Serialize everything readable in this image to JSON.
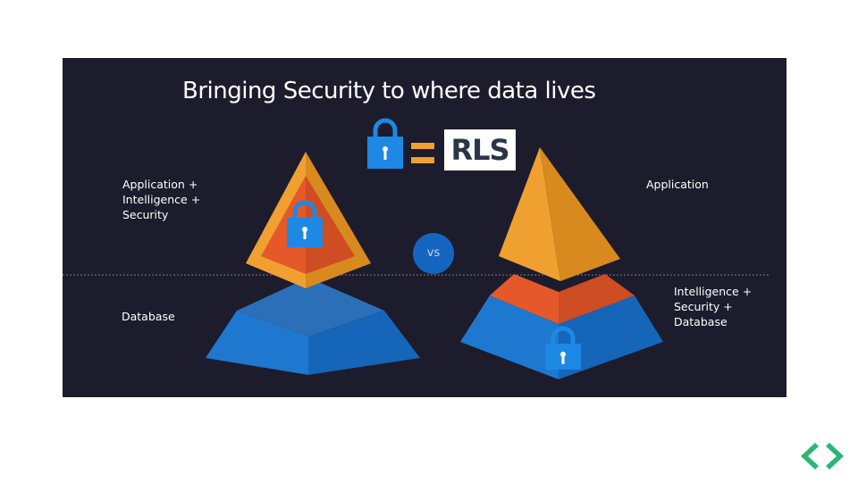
{
  "slide": {
    "title": "Bringing Security to where data lives",
    "rls_label": "RLS",
    "vs_label": "vs",
    "left_top_label": "Application +\nIntelligence +\nSecurity",
    "left_bottom_label": "Database",
    "right_top_label": "Application",
    "right_bottom_label": "Intelligence +\nSecurity +\nDatabase"
  },
  "icons": {
    "lock": "lock-icon",
    "equals": "equals-icon",
    "prev": "chevron-left-icon",
    "next": "chevron-right-icon"
  },
  "colors": {
    "background": "#1d1c2c",
    "orange": "#f0a030",
    "red_orange": "#e4582a",
    "blue": "#1f78d0",
    "lock_blue": "#1e88e5",
    "nav_green": "#2bb673"
  }
}
